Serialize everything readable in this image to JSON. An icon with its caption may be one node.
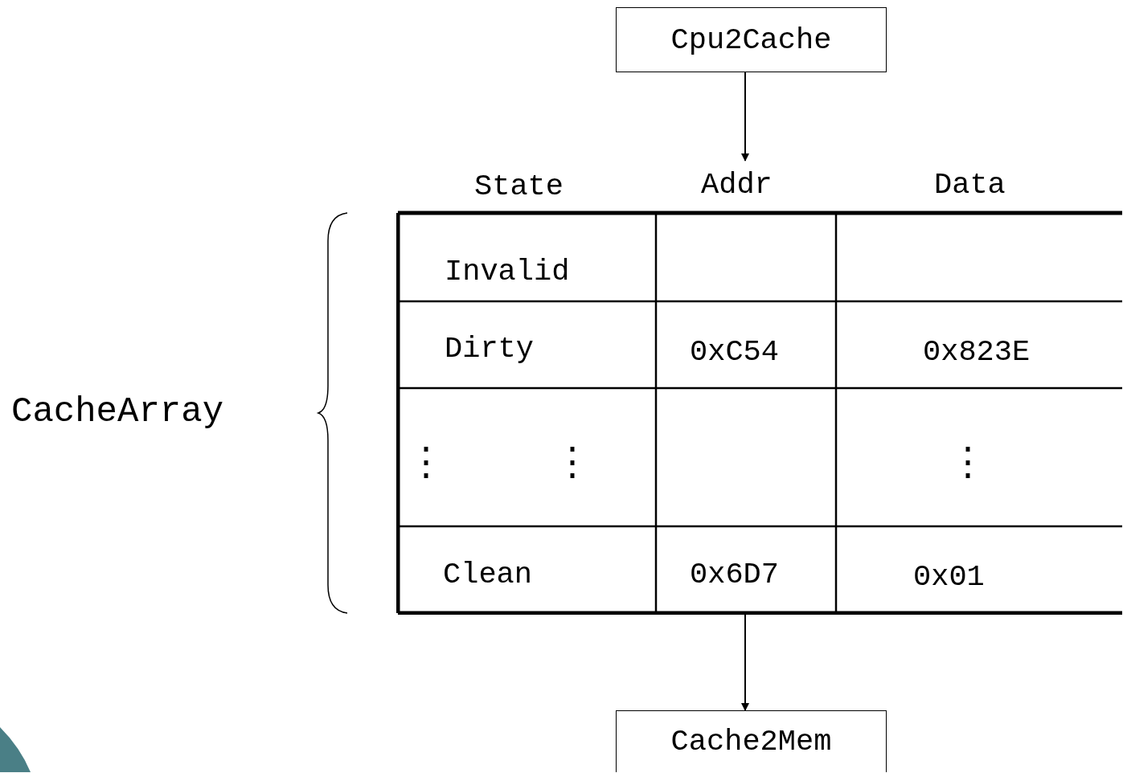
{
  "diagram": {
    "nodes": [
      {
        "text": [
          "Cpu2Cache"
        ]
      },
      {
        "text": [],
        "shape": "box",
        "beside": [
          "State",
          "Addr",
          "Data"
        ]
      },
      {
        "text": [
          "Cache2Mem"
        ]
      }
    ],
    "edges": [
      {
        "from": 0,
        "to": 1,
        "arrow": "to"
      },
      {
        "from": 1,
        "to": 2,
        "arrow": "to"
      }
    ],
    "labels": [
      "CacheArray",
      "Invalid",
      "Dirty",
      "0xC54",
      "0x823E",
      "⋮",
      "⋮",
      "⋮",
      "Clean",
      "0x6D7",
      "0x01"
    ]
  }
}
